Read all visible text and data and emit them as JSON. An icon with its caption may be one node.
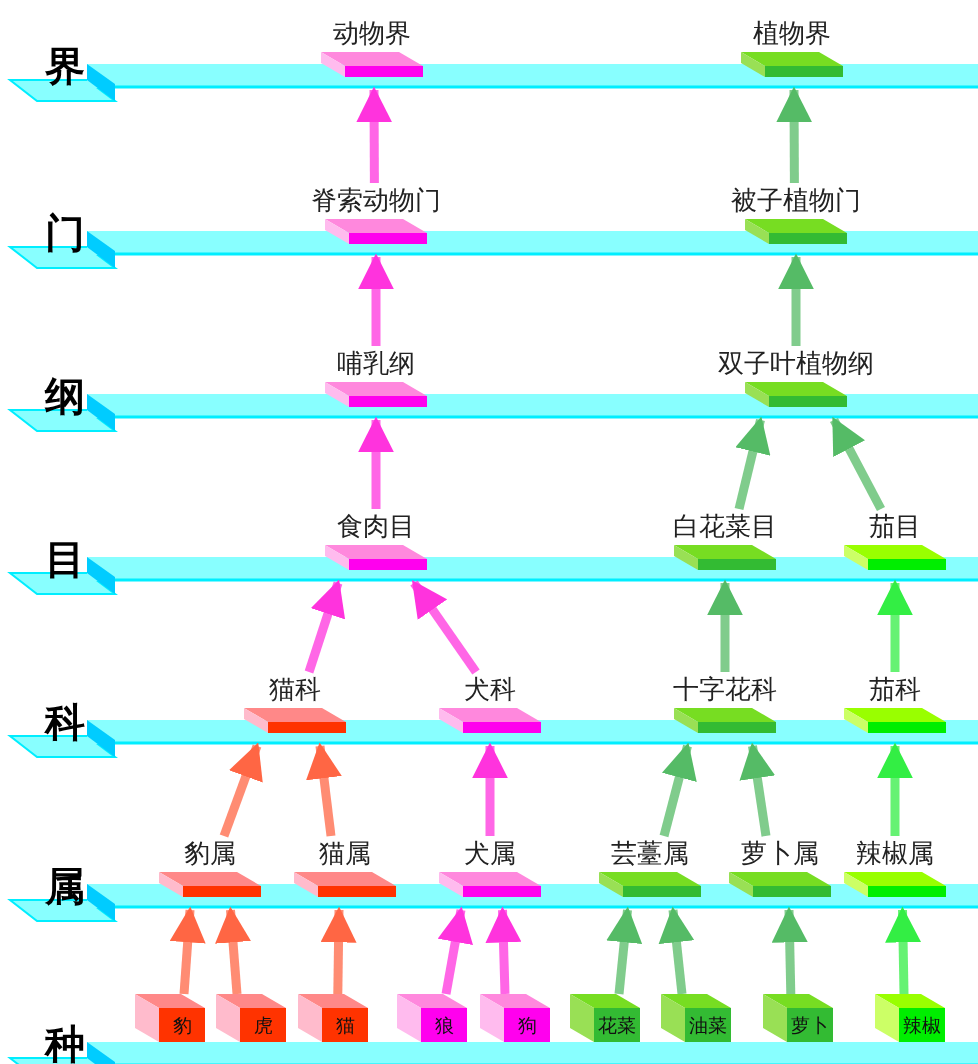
{
  "diagram": {
    "nodes": [
      {
        "text": [
          "动物界"
        ]
      },
      {
        "text": [
          "植物界"
        ]
      },
      {
        "text": [
          "脊索动物门"
        ]
      },
      {
        "text": [
          "被子植物门"
        ]
      },
      {
        "text": [
          "哺乳纲"
        ]
      },
      {
        "text": [
          "双子叶植物纲"
        ]
      },
      {
        "text": [
          "食肉目"
        ]
      },
      {
        "text": [
          "白花菜目"
        ]
      },
      {
        "text": [
          "茄目"
        ]
      },
      {
        "text": [
          "猫科"
        ]
      },
      {
        "text": [
          "犬科"
        ]
      },
      {
        "text": [
          "十字花科"
        ]
      },
      {
        "text": [
          "茄科"
        ]
      },
      {
        "text": [
          "豹属"
        ]
      },
      {
        "text": [
          "猫属"
        ]
      },
      {
        "text": [
          "犬属"
        ]
      },
      {
        "text": [
          "芸薹属"
        ]
      },
      {
        "text": [
          "萝卜属"
        ]
      },
      {
        "text": [
          "辣椒属"
        ]
      },
      {
        "text": [
          "豹"
        ]
      },
      {
        "text": [
          "虎"
        ]
      },
      {
        "text": [
          "猫"
        ]
      },
      {
        "text": [
          "狼"
        ]
      },
      {
        "text": [
          "狗"
        ]
      },
      {
        "text": [
          "花菜"
        ]
      },
      {
        "text": [
          "油菜"
        ]
      },
      {
        "text": [
          "萝卜"
        ]
      },
      {
        "text": [
          "辣椒"
        ]
      }
    ],
    "edges": [
      {
        "from": 19,
        "to": 13,
        "arrow": "to",
        "color": "#ff6644"
      },
      {
        "from": 20,
        "to": 13,
        "arrow": "to",
        "color": "#ff6644"
      },
      {
        "from": 21,
        "to": 14,
        "arrow": "to",
        "color": "#ff6644"
      },
      {
        "from": 22,
        "to": 15,
        "arrow": "to",
        "color": "#ff33dd"
      },
      {
        "from": 23,
        "to": 15,
        "arrow": "to",
        "color": "#ff33dd"
      },
      {
        "from": 24,
        "to": 16,
        "arrow": "to",
        "color": "#55bb66"
      },
      {
        "from": 25,
        "to": 16,
        "arrow": "to",
        "color": "#55bb66"
      },
      {
        "from": 26,
        "to": 17,
        "arrow": "to",
        "color": "#55bb66"
      },
      {
        "from": 27,
        "to": 18,
        "arrow": "to",
        "color": "#33ee44"
      },
      {
        "from": 13,
        "to": 9,
        "arrow": "to",
        "color": "#ff6644"
      },
      {
        "from": 14,
        "to": 9,
        "arrow": "to",
        "color": "#ff6644"
      },
      {
        "from": 15,
        "to": 10,
        "arrow": "to",
        "color": "#ff33dd"
      },
      {
        "from": 16,
        "to": 11,
        "arrow": "to",
        "color": "#55bb66"
      },
      {
        "from": 17,
        "to": 11,
        "arrow": "to",
        "color": "#55bb66"
      },
      {
        "from": 18,
        "to": 12,
        "arrow": "to",
        "color": "#33ee44"
      },
      {
        "from": 9,
        "to": 6,
        "arrow": "to",
        "color": "#ff33dd"
      },
      {
        "from": 10,
        "to": 6,
        "arrow": "to",
        "color": "#ff33dd"
      },
      {
        "from": 11,
        "to": 7,
        "arrow": "to",
        "color": "#55bb66"
      },
      {
        "from": 12,
        "to": 8,
        "arrow": "to",
        "color": "#33ee44"
      },
      {
        "from": 6,
        "to": 4,
        "arrow": "to",
        "color": "#ff33dd"
      },
      {
        "from": 7,
        "to": 5,
        "arrow": "to",
        "color": "#55bb66"
      },
      {
        "from": 8,
        "to": 5,
        "arrow": "to",
        "color": "#55bb66"
      },
      {
        "from": 4,
        "to": 2,
        "arrow": "to",
        "color": "#ff33dd"
      },
      {
        "from": 5,
        "to": 3,
        "arrow": "to",
        "color": "#55bb66"
      },
      {
        "from": 2,
        "to": 0,
        "arrow": "to",
        "color": "#ff33dd"
      },
      {
        "from": 3,
        "to": 1,
        "arrow": "to",
        "color": "#55bb66"
      }
    ],
    "labels": [
      "界",
      "门",
      "纲",
      "目",
      "科",
      "属",
      "种"
    ]
  }
}
